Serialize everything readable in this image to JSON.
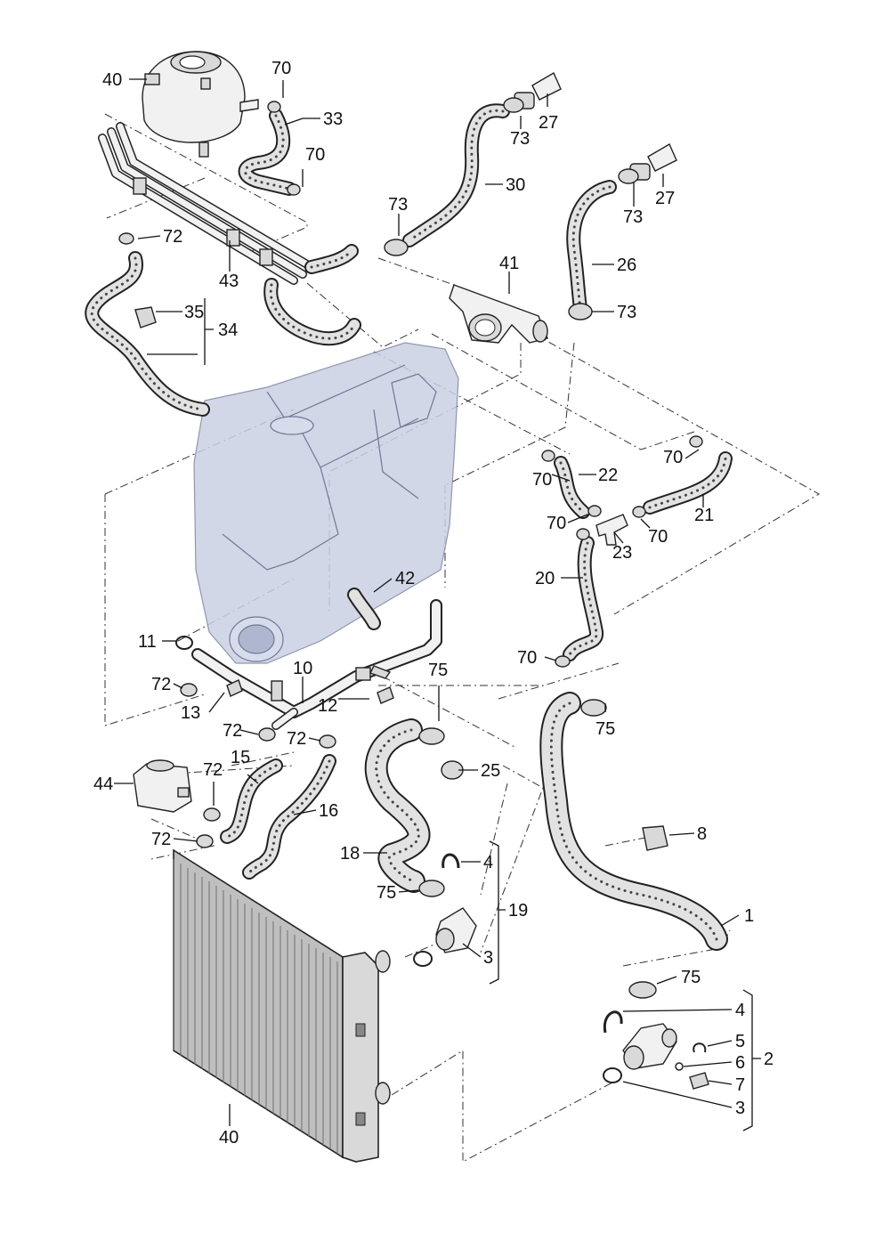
{
  "labels": {
    "l1": "1",
    "l2": "2",
    "l3a": "3",
    "l3b": "3",
    "l4a": "4",
    "l4b": "4",
    "l5": "5",
    "l6": "6",
    "l7": "7",
    "l8": "8",
    "l10": "10",
    "l11": "11",
    "l12": "12",
    "l13": "13",
    "l15": "15",
    "l16": "16",
    "l18": "18",
    "l19": "19",
    "l20": "20",
    "l21": "21",
    "l22": "22",
    "l23": "23",
    "l25": "25",
    "l26": "26",
    "l27a": "27",
    "l27b": "27",
    "l30": "30",
    "l33": "33",
    "l34": "34",
    "l35": "35",
    "l40a": "40",
    "l40b": "40",
    "l41": "41",
    "l42": "42",
    "l43": "43",
    "l44": "44",
    "l70a": "70",
    "l70b": "70",
    "l70c": "70",
    "l70d": "70",
    "l70e": "70",
    "l70f": "70",
    "l70g": "70",
    "l72a": "72",
    "l72b": "72",
    "l72c": "72",
    "l72d": "72",
    "l72e": "72",
    "l72f": "72",
    "l73a": "73",
    "l73b": "73",
    "l73c": "73",
    "l73d": "73",
    "l75a": "75",
    "l75b": "75",
    "l75c": "75",
    "l75d": "75"
  }
}
